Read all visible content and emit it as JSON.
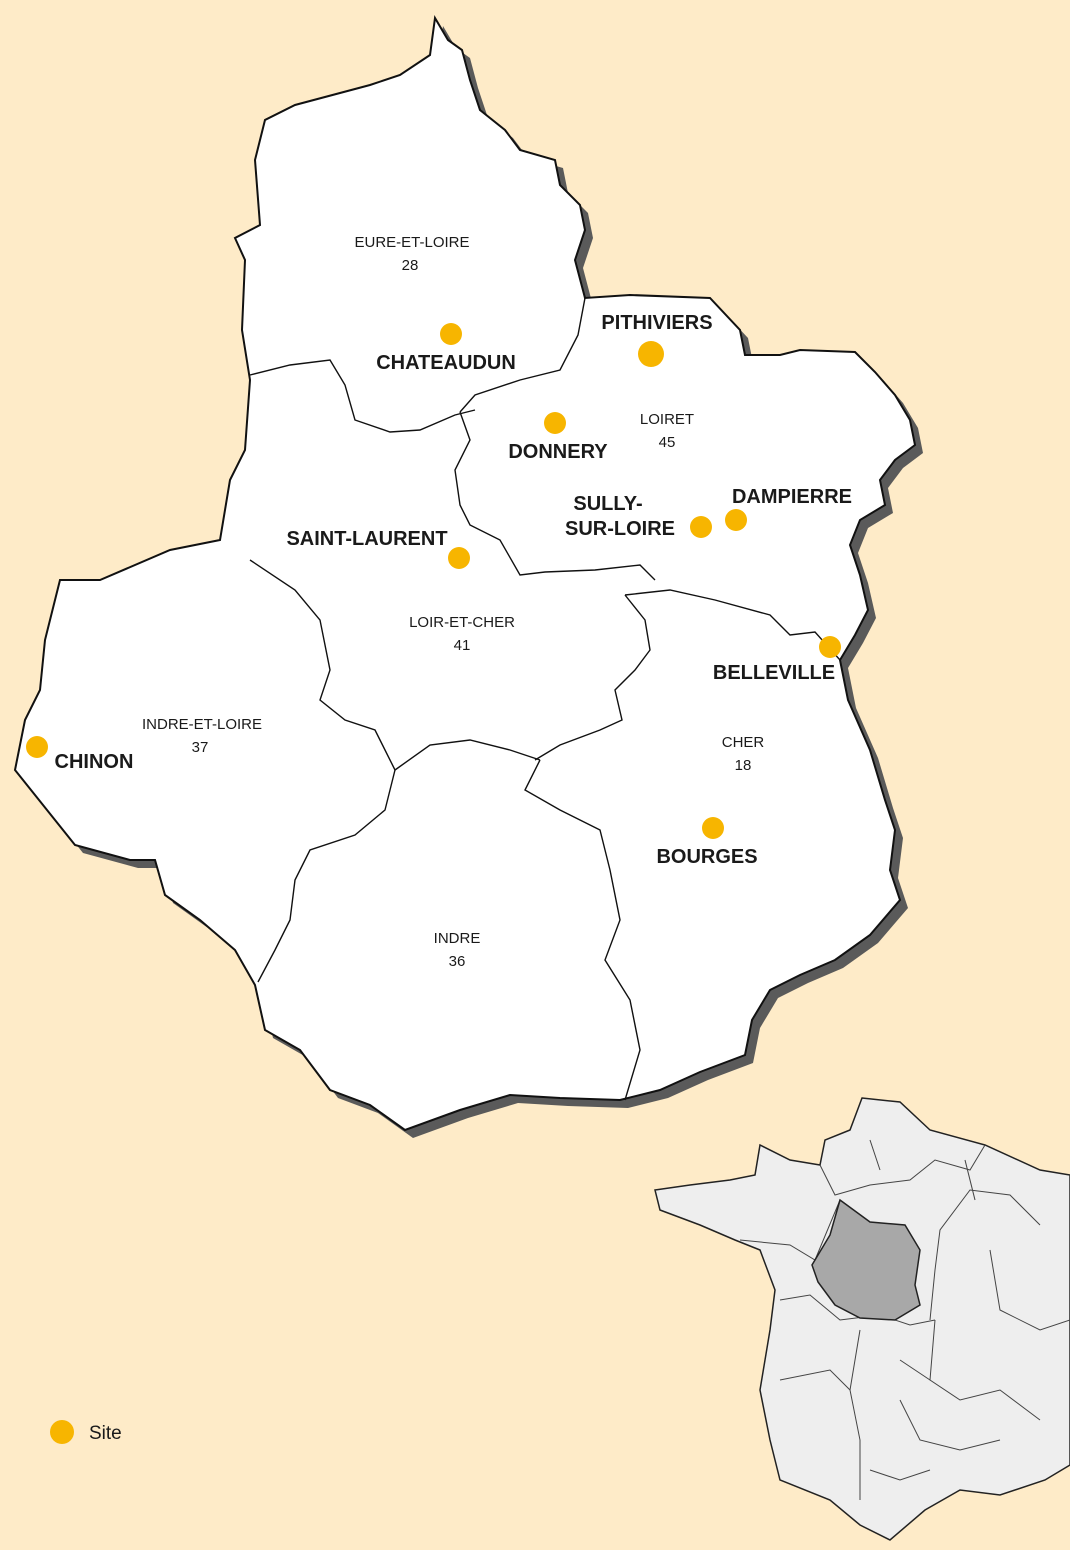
{
  "colors": {
    "background": "#feebc8",
    "region_fill": "#ffffff",
    "region_stroke": "#111111",
    "shadow": "#5a5a5a",
    "site_marker": "#f7b500",
    "france_fill": "#eeeeee",
    "france_highlight": "#a8a8a8"
  },
  "departments": [
    {
      "key": "eure-et-loire",
      "name": "EURE-ET-LOIRE",
      "number": "28"
    },
    {
      "key": "loiret",
      "name": "LOIRET",
      "number": "45"
    },
    {
      "key": "loir-et-cher",
      "name": "LOIR-ET-CHER",
      "number": "41"
    },
    {
      "key": "indre-et-loire",
      "name": "INDRE-ET-LOIRE",
      "number": "37"
    },
    {
      "key": "cher",
      "name": "CHER",
      "number": "18"
    },
    {
      "key": "indre",
      "name": "INDRE",
      "number": "36"
    }
  ],
  "sites": [
    {
      "key": "chateaudun",
      "label": "CHATEAUDUN"
    },
    {
      "key": "pithiviers",
      "label": "PITHIVIERS"
    },
    {
      "key": "donnery",
      "label": "DONNERY"
    },
    {
      "key": "dampierre",
      "label": "DAMPIERRE"
    },
    {
      "key": "sully",
      "label_line1": "SULLY-",
      "label_line2": "SUR-LOIRE"
    },
    {
      "key": "saint-laurent",
      "label": "SAINT-LAURENT"
    },
    {
      "key": "belleville",
      "label": "BELLEVILLE"
    },
    {
      "key": "chinon",
      "label": "CHINON"
    },
    {
      "key": "bourges",
      "label": "BOURGES"
    }
  ],
  "legend": {
    "site_label": "Site"
  }
}
